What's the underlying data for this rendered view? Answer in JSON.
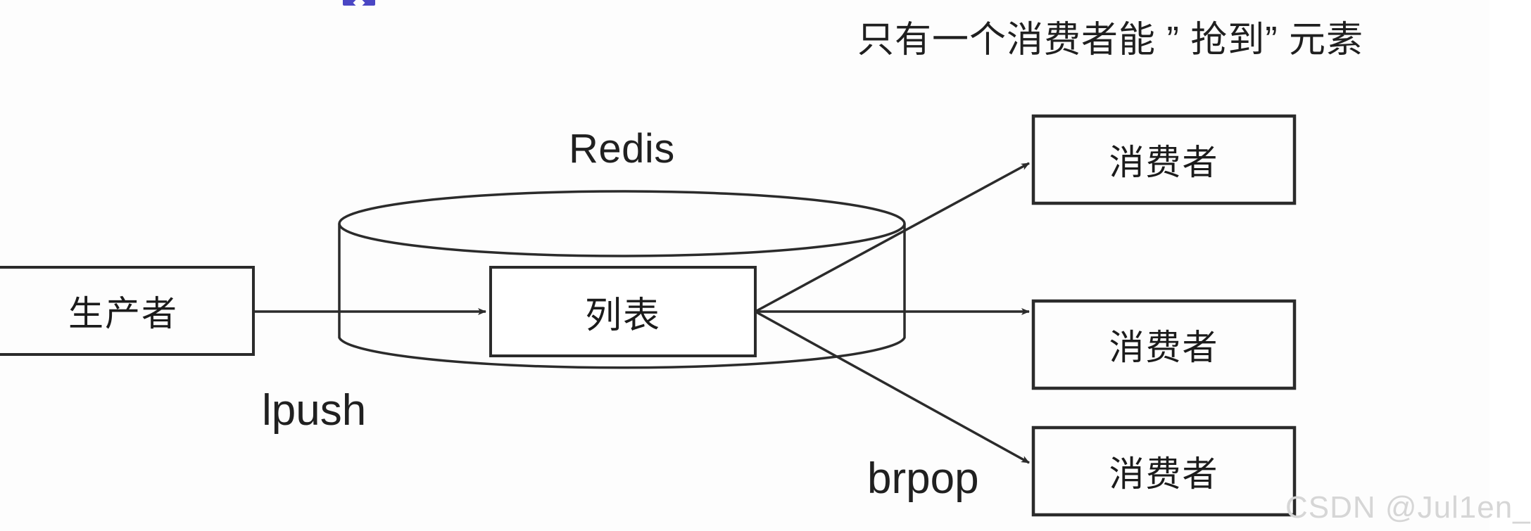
{
  "diagram": {
    "title_note": "只有一个消费者能 ” 抢到” 元素",
    "storage_label": "Redis",
    "producer": {
      "label": "生产者"
    },
    "queue": {
      "label": "列表"
    },
    "consumers": [
      {
        "label": "消费者"
      },
      {
        "label": "消费者"
      },
      {
        "label": "消费者"
      }
    ],
    "edges": [
      {
        "label": "lpush",
        "from": "producer",
        "to": "queue"
      },
      {
        "label": "brpop",
        "from": "queue",
        "to": "consumers"
      }
    ],
    "watermark": "CSDN @Jul1en_",
    "colors": {
      "background": "#fdfdfd",
      "stroke": "#2b2b2b",
      "text": "#1b1b1b",
      "watermark": "#d6d6d6",
      "artifact": "#4a46c4"
    }
  }
}
